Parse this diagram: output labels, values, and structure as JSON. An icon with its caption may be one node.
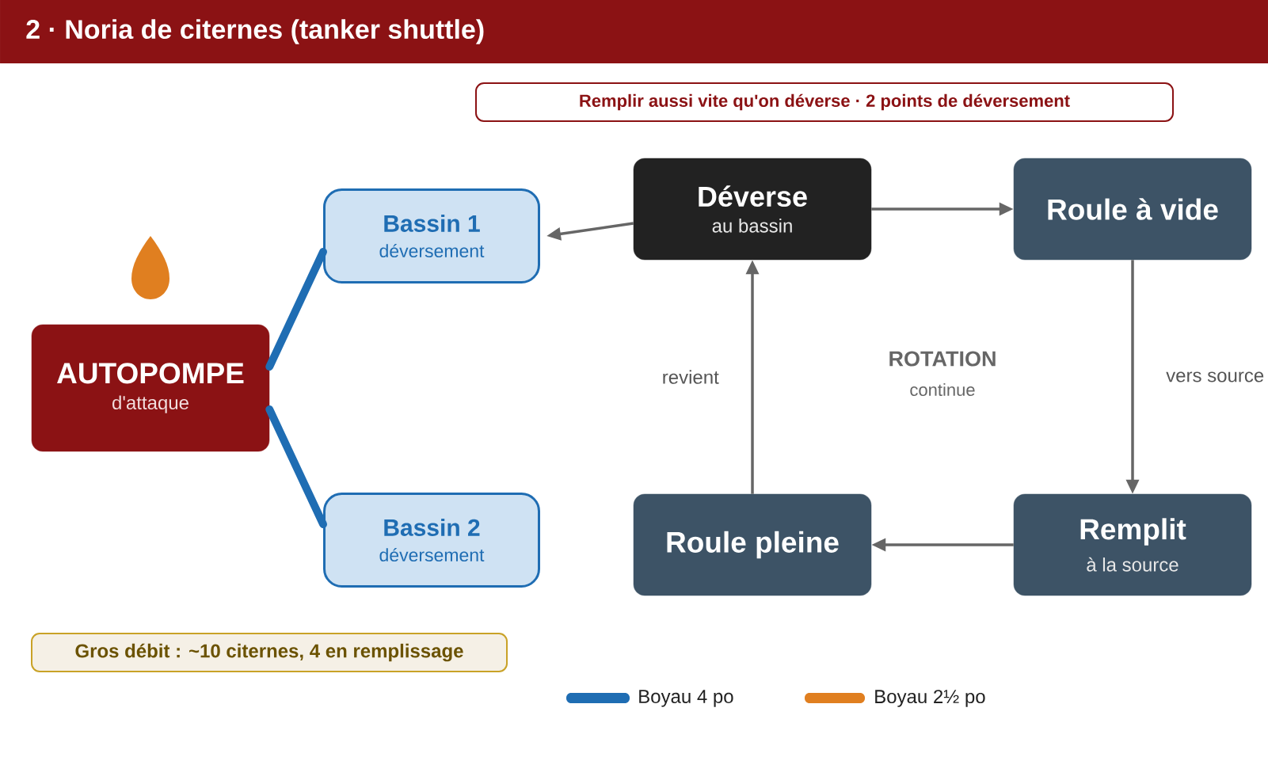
{
  "diagram": {
    "title": "2 · Noria de citernes (tanker shuttle)",
    "nodes": [
      {
        "text": [
          "Remplir aussi vite qu'on déverse · 2 points de déversement"
        ]
      },
      {
        "text": [
          "AUTOPOMPE",
          "d'attaque"
        ]
      },
      {
        "text": [
          "Bassin 1",
          "déversement"
        ]
      },
      {
        "text": [
          "Bassin 2",
          "déversement"
        ]
      },
      {
        "text": [
          "Déverse",
          "au bassin"
        ]
      },
      {
        "text": [
          "Roule à vide"
        ]
      },
      {
        "text": [
          "Remplit",
          "à la source"
        ]
      },
      {
        "text": [
          "Roule pleine"
        ]
      },
      {
        "text": [
          "Gros débit : ~10 citernes, 4 en remplissage"
        ]
      }
    ],
    "edges": [
      {
        "from": 1,
        "to": 2,
        "arrow": "none",
        "style": "thick",
        "color": "#1f6db3"
      },
      {
        "from": 1,
        "to": 3,
        "arrow": "none",
        "style": "thick",
        "color": "#1f6db3"
      },
      {
        "from": 4,
        "to": 2,
        "arrow": "to"
      },
      {
        "from": 4,
        "to": 5,
        "arrow": "to"
      },
      {
        "from": 5,
        "to": 6,
        "arrow": "to",
        "label": "vers source"
      },
      {
        "from": 6,
        "to": 7,
        "arrow": "to"
      },
      {
        "from": 7,
        "to": 4,
        "arrow": "to",
        "label": "revient"
      }
    ],
    "labels": [
      "ROTATION",
      "continue"
    ],
    "legend": [
      {
        "text": "Boyau 4 po",
        "color": "#1f6db3"
      },
      {
        "text": "Boyau 2½ po",
        "color": "#e07f20"
      }
    ]
  }
}
